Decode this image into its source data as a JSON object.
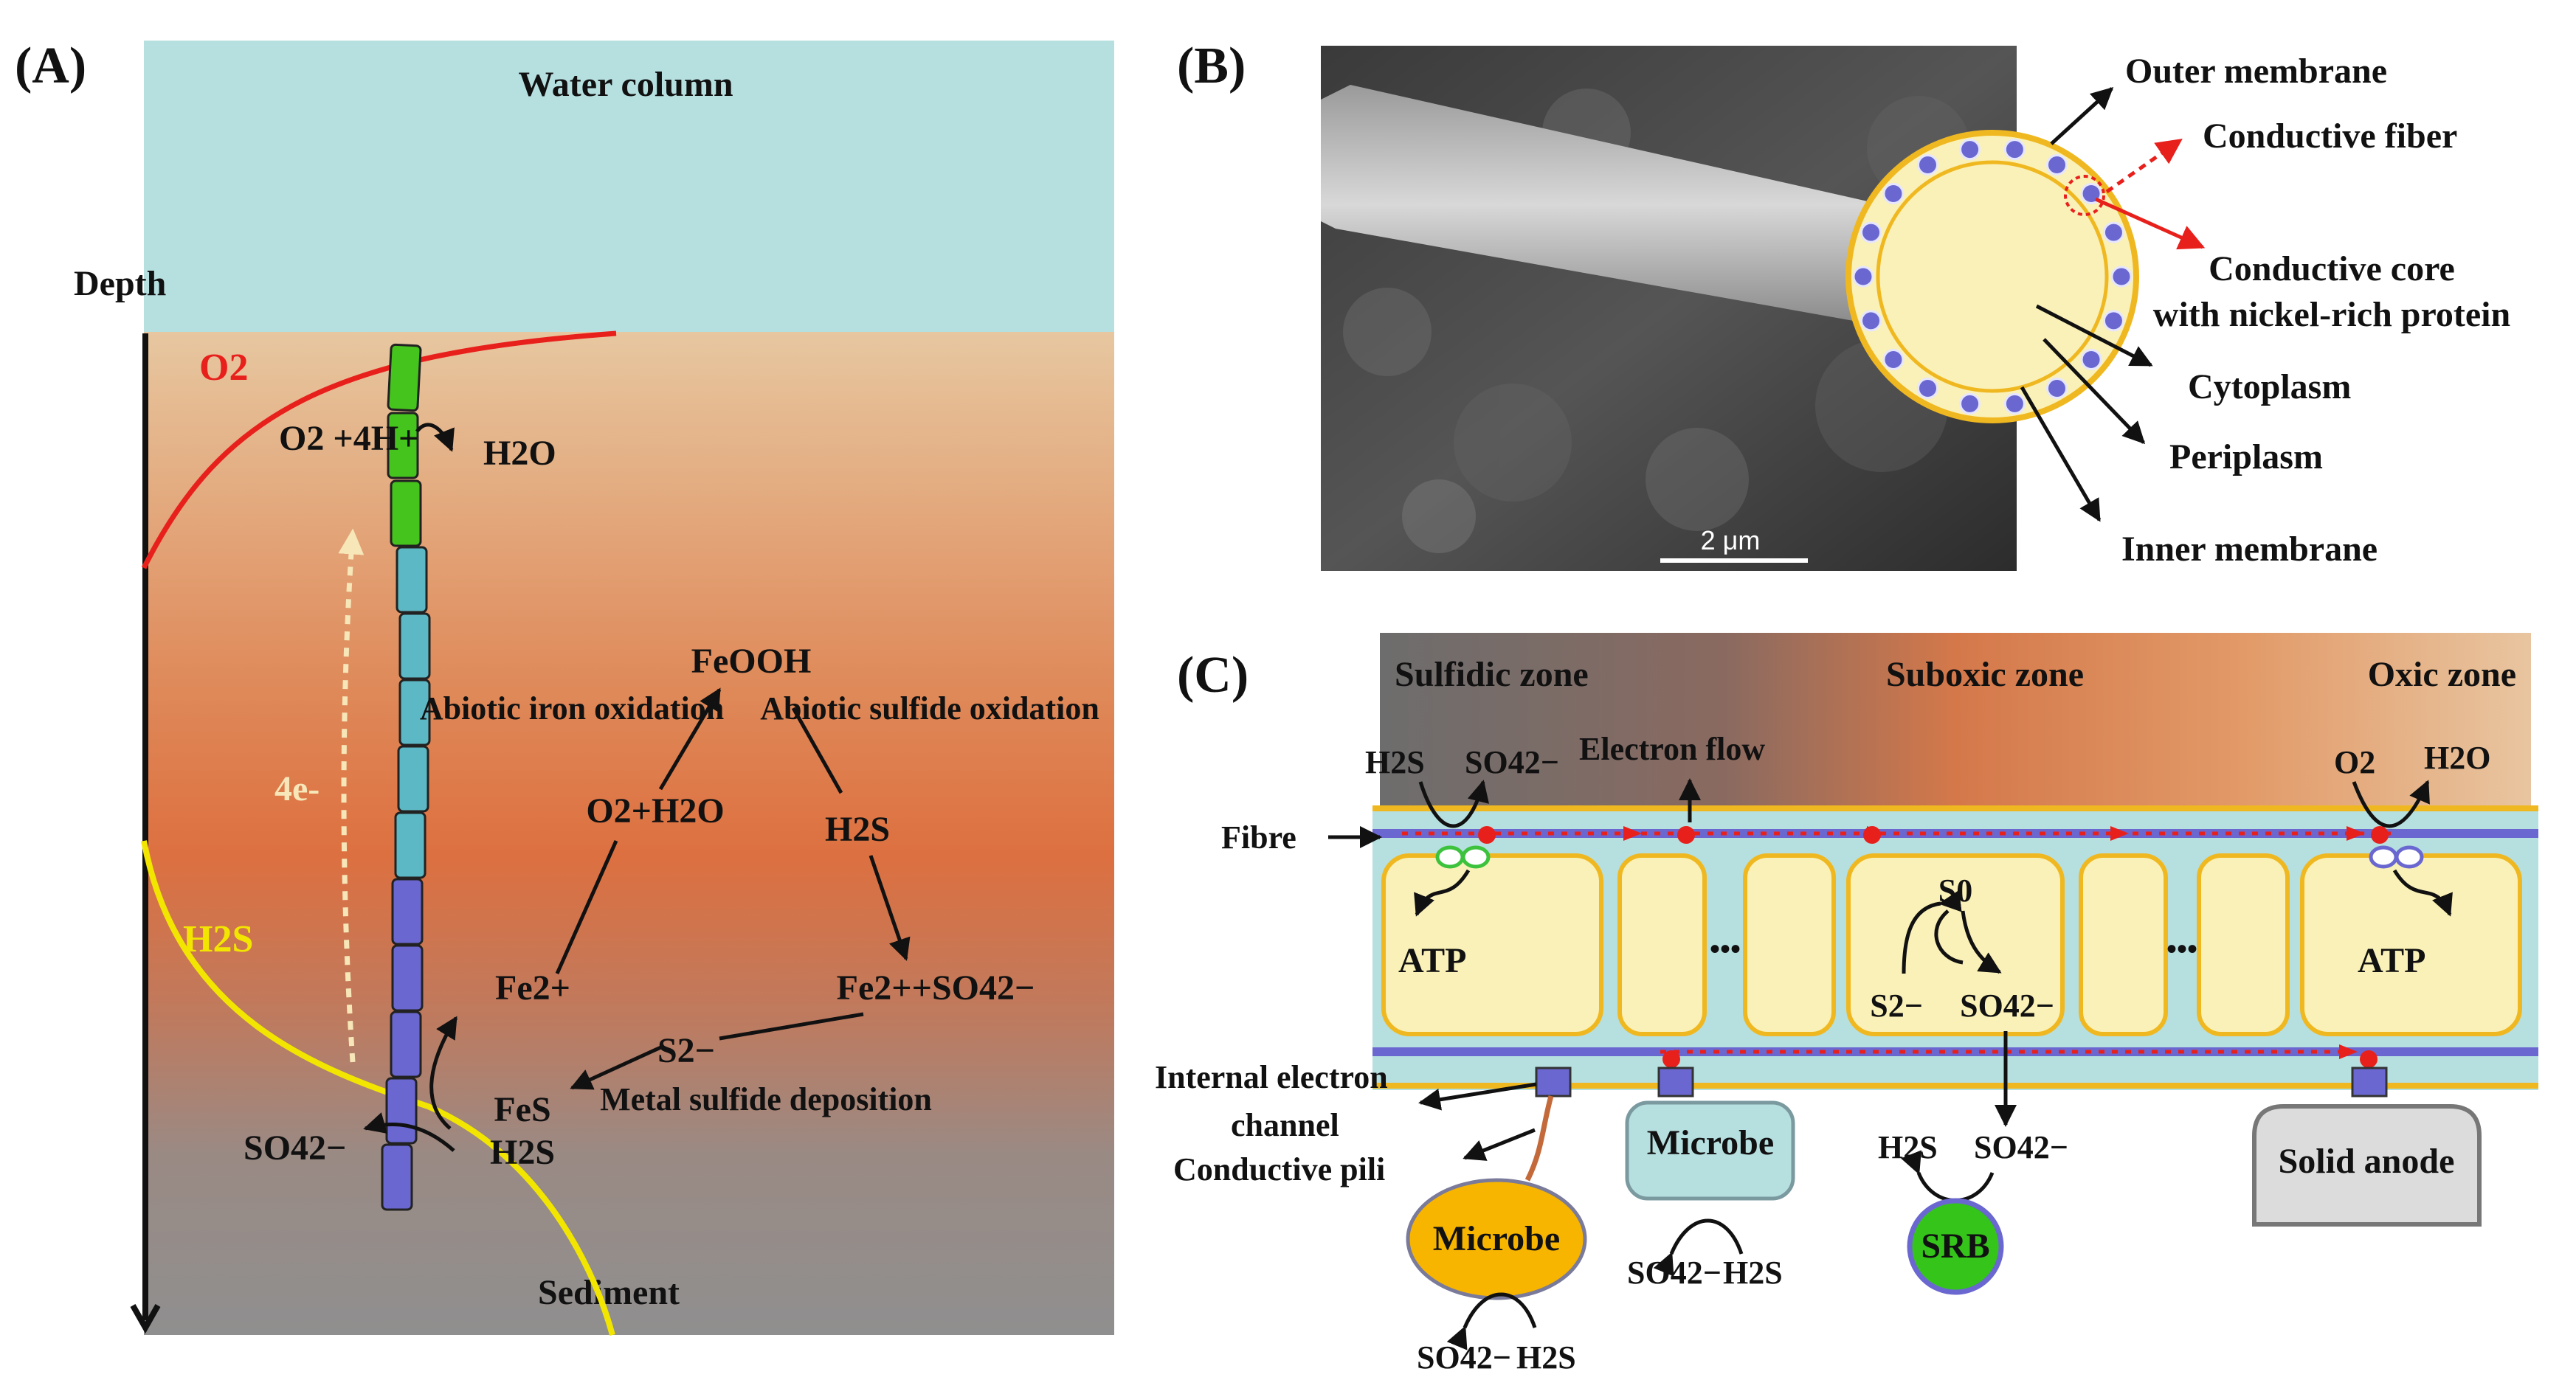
{
  "panelA": {
    "letter": "(A)",
    "water_column": "Water column",
    "depth": "Depth",
    "sediment": "Sediment",
    "o2_curve": "O2",
    "h2s_curve": "H2S",
    "cathode_reactant": "O2 +4H+",
    "cathode_product": "H2O",
    "electrons": "4e-",
    "feooh": "FeOOH",
    "abiotic_iron": "Abiotic iron oxidation",
    "abiotic_sulfide": "Abiotic sulfide oxidation",
    "o2_h2o": "O2+H2O",
    "h2s_right": "H2S",
    "fe2": "Fe2+",
    "fe2_so4": "Fe2++SO42−",
    "s2": "S2−",
    "metal_sulfide": "Metal sulfide deposition",
    "fes": "FeS",
    "h2s_bottom": "H2S",
    "so4_bottom": "SO42−"
  },
  "panelB": {
    "letter": "(B)",
    "scale_bar": "2 μm",
    "outer_membrane": "Outer membrane",
    "conductive_fiber": "Conductive fiber",
    "conductive_core_1": "Conductive core",
    "conductive_core_2": "with nickel-rich protein",
    "cytoplasm": "Cytoplasm",
    "periplasm": "Periplasm",
    "inner_membrane": "Inner membrane"
  },
  "panelC": {
    "letter": "(C)",
    "sulfidic_zone": "Sulfidic zone",
    "suboxic_zone": "Suboxic zone",
    "oxic_zone": "Oxic zone",
    "h2s_top": "H2S",
    "so4_top": "SO42−",
    "electron_flow": "Electron flow",
    "o2_top": "O2",
    "h2o_top": "H2O",
    "fibre": "Fibre",
    "atp_left": "ATP",
    "atp_right": "ATP",
    "dots": "•••",
    "s0": "S0",
    "s2_cell": "S2−",
    "so4_cell": "SO42−",
    "internal_channel_1": "Internal electron",
    "internal_channel_2": "channel",
    "conductive_pili": "Conductive pili",
    "microbe_orange": "Microbe",
    "microbe_box": "Microbe",
    "srb": "SRB",
    "solid_anode": "Solid anode",
    "h2s_srb": "H2S",
    "so4_srb": "SO42−",
    "so4_orange": "SO42−",
    "h2s_orange": "H2S",
    "so4_box": "SO42−",
    "h2s_box": "H2S"
  },
  "colors": {
    "water": "#b6dfe0",
    "oxygen_curve": "#e8201c",
    "sulfide_curve": "#f2e600",
    "cable_green": "#44c41c",
    "cable_teal": "#5cb8c4",
    "cable_blue": "#6a68d0",
    "cell_fill": "#faf1b8",
    "cell_stroke": "#f0b820",
    "microbe_orange": "#f7b500",
    "srb_green": "#34c41a"
  }
}
